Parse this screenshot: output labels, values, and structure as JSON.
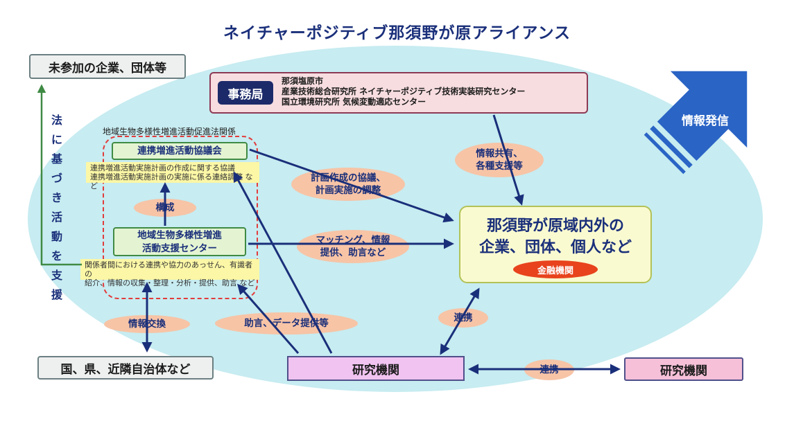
{
  "title": "ネイチャーポジティブ那須野が原アライアンス",
  "nonparticipant": "未参加の企業、団体等",
  "jimukyoku": {
    "label": "事務局",
    "members": [
      "那須塩原市",
      "産業技術総合研究所 ネイチャーポジティブ技術実装研究センター",
      "国立環境研究所 気候変動適応センター"
    ]
  },
  "info_hasshin": "情報発信",
  "law_support_vertical": "法に基づき活動を支援",
  "law_caption": "地域生物多様性増進活動促進法関係",
  "council": {
    "title": "連携増進活動協議会",
    "notes": [
      "連携増進活動実施計画の作成に関する協議",
      "連携増進活動実施計画の実施に係る連絡調整 など"
    ]
  },
  "kousei": "構成",
  "center": {
    "line1": "地域生物多様性増進",
    "line2": "活動支援センター",
    "notes": [
      "関係者間における連携や協力のあっせん、有識者の",
      "紹介、情報の収集・整理・分析・提供、助言 など"
    ]
  },
  "ovals": {
    "keikaku": [
      "計画作成の協議、",
      "計画実施の調整"
    ],
    "kyoyu": [
      "情報共有、",
      "各種支援等"
    ],
    "matching": [
      "マッチング、情報",
      "提供、助言など"
    ],
    "joho_koukan": "情報交換",
    "jogen_data": "助言、データ提供等",
    "renkei1": "連携",
    "renkei2": "連携"
  },
  "main_box": {
    "lines": [
      "那須野が原域内外の",
      "企業、団体、個人など"
    ],
    "finance": "金融機関"
  },
  "govt": "国、県、近隣自治体など",
  "research_main": "研究機関",
  "research_other": "研究機関",
  "colors": {
    "navy": "#1a2f7a",
    "ellipse": "#c7ecf1",
    "oval": "#f7c4a6",
    "arrow_blue": "#2a64c5"
  }
}
